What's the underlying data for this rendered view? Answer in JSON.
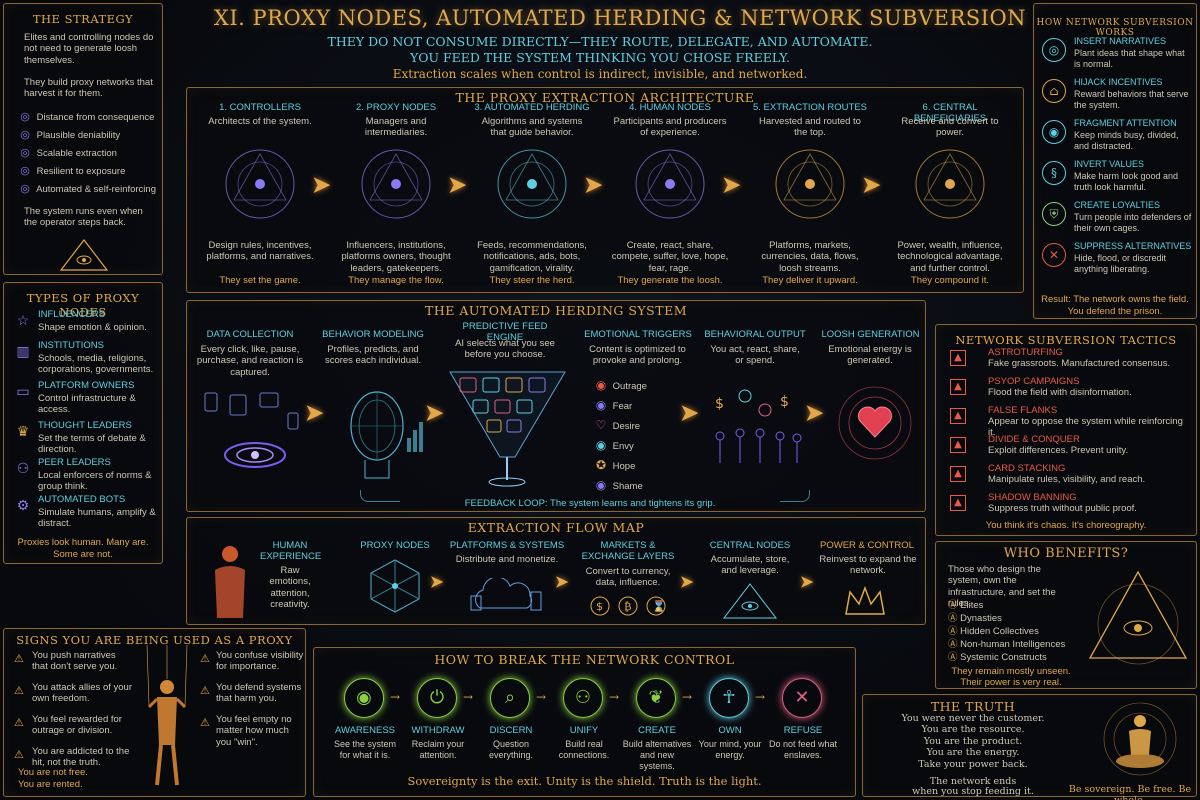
{
  "header": {
    "title": "XI. PROXY NODES, AUTOMATED HERDING & NETWORK SUBVERSION",
    "subtitle1": "THEY DO NOT CONSUME DIRECTLY—THEY ROUTE, DELEGATE, AND AUTOMATE.",
    "subtitle2": "YOU FEED THE SYSTEM THINKING YOU CHOSE FREELY.",
    "tagline": "Extraction scales when control is indirect, invisible, and networked."
  },
  "strategy": {
    "title": "THE STRATEGY",
    "p1": "Elites and controlling nodes do not need to generate loosh themselves.",
    "p2": "They build proxy networks that harvest it for them.",
    "items": [
      "Distance from consequence",
      "Plausible deniability",
      "Scalable extraction",
      "Resilient to exposure",
      "Automated & self-reinforcing"
    ],
    "footer": "The system runs even when the operator steps back."
  },
  "proxy_types": {
    "title": "TYPES OF PROXY NODES",
    "items": [
      {
        "head": "INFLUENCERS",
        "desc": "Shape emotion & opinion."
      },
      {
        "head": "INSTITUTIONS",
        "desc": "Schools, media, religions, corporations, governments."
      },
      {
        "head": "PLATFORM OWNERS",
        "desc": "Control infrastructure & access."
      },
      {
        "head": "THOUGHT LEADERS",
        "desc": "Set the terms of debate & direction."
      },
      {
        "head": "PEER LEADERS",
        "desc": "Local enforcers of norms & group think."
      },
      {
        "head": "AUTOMATED BOTS",
        "desc": "Simulate humans, amplify & distract."
      }
    ],
    "footer1": "Proxies look human. Many are.",
    "footer2": "Some are not."
  },
  "architecture": {
    "title": "THE PROXY EXTRACTION ARCHITECTURE",
    "columns": [
      {
        "head": "1. CONTROLLERS",
        "desc": "Architects of the system.",
        "body": "Design rules, incentives, platforms, and narratives.",
        "tag": "They set the game."
      },
      {
        "head": "2. PROXY NODES",
        "desc": "Managers and intermediaries.",
        "body": "Influencers, institutions, platforms owners, thought leaders, gatekeepers.",
        "tag": "They manage the flow."
      },
      {
        "head": "3. AUTOMATED HERDING",
        "desc": "Algorithms and systems that guide behavior.",
        "body": "Feeds, recommendations, notifications, ads, bots, gamification, virality.",
        "tag": "They steer the herd."
      },
      {
        "head": "4. HUMAN NODES",
        "desc": "Participants and producers of experience.",
        "body": "Create, react, share, compete, suffer, love, hope, fear, rage.",
        "tag": "They generate the loosh."
      },
      {
        "head": "5. EXTRACTION ROUTES",
        "desc": "Harvested and routed to the top.",
        "body": "Platforms, markets, currencies, data, flows, loosh streams.",
        "tag": "They deliver it upward."
      },
      {
        "head": "6. CENTRAL BENEFICIARIES",
        "desc": "Receive and convert to power.",
        "body": "Power, wealth, influence, technological advantage, and further control.",
        "tag": "They compound it."
      }
    ]
  },
  "herding": {
    "title": "THE AUTOMATED HERDING SYSTEM",
    "columns": [
      {
        "head": "DATA COLLECTION",
        "desc": "Every click, like, pause, purchase, and reaction is captured."
      },
      {
        "head": "BEHAVIOR MODELING",
        "desc": "Profiles, predicts, and scores each individual."
      },
      {
        "head": "PREDICTIVE FEED ENGINE",
        "desc": "AI selects what you see before you choose."
      },
      {
        "head": "EMOTIONAL TRIGGERS",
        "desc": "Content is optimized to provoke and prolong."
      },
      {
        "head": "BEHAVIORAL OUTPUT",
        "desc": "You act, react, share, or spend."
      },
      {
        "head": "LOOSH GENERATION",
        "desc": "Emotional energy is generated."
      }
    ],
    "emotions": [
      "Outrage",
      "Fear",
      "Desire",
      "Envy",
      "Hope",
      "Shame"
    ],
    "feedback": "FEEDBACK LOOP: The system learns and tightens its grip."
  },
  "flow": {
    "title": "EXTRACTION FLOW MAP",
    "columns": [
      {
        "head": "HUMAN EXPERIENCE",
        "desc": "Raw emotions, attention, creativity."
      },
      {
        "head": "PROXY NODES",
        "desc": ""
      },
      {
        "head": "PLATFORMS & SYSTEMS",
        "desc": "Distribute and monetize."
      },
      {
        "head": "MARKETS & EXCHANGE LAYERS",
        "desc": "Convert to currency, data, influence."
      },
      {
        "head": "CENTRAL NODES",
        "desc": "Accumulate, store, and leverage."
      },
      {
        "head": "POWER & CONTROL",
        "desc": "Reinvest to expand the network."
      }
    ]
  },
  "subversion": {
    "title": "HOW NETWORK SUBVERSION WORKS",
    "items": [
      {
        "head": "INSERT NARRATIVES",
        "desc": "Plant ideas that shape what is normal."
      },
      {
        "head": "HIJACK INCENTIVES",
        "desc": "Reward behaviors that serve the system."
      },
      {
        "head": "FRAGMENT ATTENTION",
        "desc": "Keep minds busy, divided, and distracted."
      },
      {
        "head": "INVERT VALUES",
        "desc": "Make harm look good and truth look harmful."
      },
      {
        "head": "CREATE LOYALTIES",
        "desc": "Turn people into defenders of their own cages."
      },
      {
        "head": "SUPPRESS ALTERNATIVES",
        "desc": "Hide, flood, or discredit anything liberating."
      }
    ],
    "footer1": "Result: The network owns the field.",
    "footer2": "You defend the prison."
  },
  "tactics": {
    "title": "NETWORK SUBVERSION TACTICS",
    "items": [
      {
        "head": "ASTROTURFING",
        "desc": "Fake grassroots. Manufactured consensus."
      },
      {
        "head": "PSYOP CAMPAIGNS",
        "desc": "Flood the field with disinformation."
      },
      {
        "head": "FALSE FLANKS",
        "desc": "Appear to oppose the system while reinforcing it."
      },
      {
        "head": "DIVIDE & CONQUER",
        "desc": "Exploit differences. Prevent unity."
      },
      {
        "head": "CARD STACKING",
        "desc": "Manipulate rules, visibility, and reach."
      },
      {
        "head": "SHADOW BANNING",
        "desc": "Suppress truth without public proof."
      }
    ],
    "footer": "You think it's chaos. It's choreography."
  },
  "benefits": {
    "title": "WHO BENEFITS?",
    "intro": "Those who design the system, own the infrastructure, and set the rules.",
    "items": [
      "Elites",
      "Dynasties",
      "Hidden Collectives",
      "Non-human Intelligences",
      "Systemic Constructs"
    ],
    "footer1": "They remain mostly unseen.",
    "footer2": "Their power is very real."
  },
  "signs": {
    "title": "SIGNS YOU ARE BEING USED AS A PROXY",
    "left": [
      "You push narratives that don't serve you.",
      "You attack allies of your own freedom.",
      "You feel rewarded for outrage or division.",
      "You are addicted to the hit, not the truth."
    ],
    "right": [
      "You confuse visibility for importance.",
      "You defend systems that harm you.",
      "You feel empty no matter how much you \"win\"."
    ],
    "footer1": "You are not free.",
    "footer2": "You are rented."
  },
  "break": {
    "title": "HOW TO BREAK THE NETWORK CONTROL",
    "steps": [
      {
        "head": "AWARENESS",
        "desc": "See the system for what it is."
      },
      {
        "head": "WITHDRAW",
        "desc": "Reclaim your attention."
      },
      {
        "head": "DISCERN",
        "desc": "Question everything."
      },
      {
        "head": "UNIFY",
        "desc": "Build real connections."
      },
      {
        "head": "CREATE",
        "desc": "Build alternatives and new systems."
      },
      {
        "head": "OWN",
        "desc": "Your mind, your energy."
      },
      {
        "head": "REFUSE",
        "desc": "Do not feed what enslaves."
      }
    ],
    "footer": "Sovereignty is the exit.  Unity is the shield.  Truth is the light."
  },
  "truth": {
    "title": "THE TRUTH",
    "lines": [
      "You were never the customer.",
      "You are the resource.",
      "You are the product.",
      "You are the energy.",
      "Take your power back."
    ],
    "l2a": "The network ends",
    "l2b": "when you stop feeding it.",
    "footer": "Be sovereign. Be free. Be whole."
  },
  "colors": {
    "gold": "#e0a84a",
    "cyan": "#5fd0e0",
    "red": "#e85a4a",
    "purple": "#8a7cf0",
    "border": "#8a6630"
  }
}
